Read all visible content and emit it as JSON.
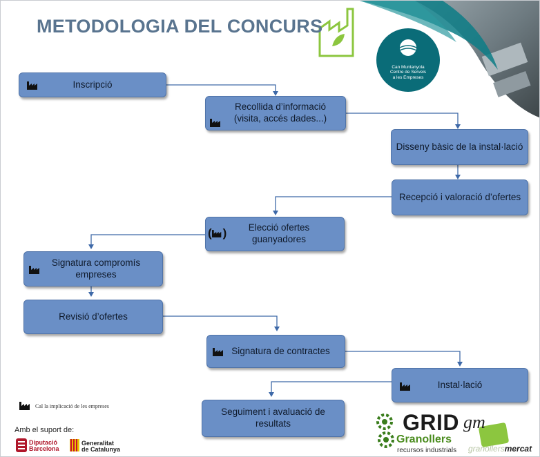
{
  "title": "METODOLOGIA DEL CONCURS",
  "colors": {
    "title": "#59748f",
    "box_fill": "#6a8fc6",
    "box_border": "#4f73a8",
    "arrow": "#3e69a8",
    "brand_teal": "#0c7d86",
    "brand_green": "#8cc63f"
  },
  "steps": [
    {
      "label": "Inscripció",
      "factory_icon": true
    },
    {
      "label": "Recollida d’informació\n(visita, accés dades...)",
      "factory_icon": true
    },
    {
      "label": "Disseny bàsic de la instal·lació",
      "factory_icon": false
    },
    {
      "label": "Recepció i valoració d’ofertes",
      "factory_icon": false
    },
    {
      "label": "Elecció ofertes\nguanyadores",
      "factory_icon": true,
      "icon_in_parentheses": true
    },
    {
      "label": "Signatura compromís\nempreses",
      "factory_icon": true
    },
    {
      "label": "Revisió d’ofertes",
      "factory_icon": false
    },
    {
      "label": "Signatura  de contractes",
      "factory_icon": true
    },
    {
      "label": "Instal·lació",
      "factory_icon": true
    },
    {
      "label": "Seguiment i avaluació de resultats",
      "factory_icon": false
    }
  ],
  "legend": {
    "text": "Cal la implicació de les empreses",
    "icon": "factory-icon"
  },
  "support": {
    "label": "Amb el suport de:"
  },
  "logos": {
    "diputacio": "Diputació\nBarcelona",
    "generalitat": "Generalitat\nde Catalunya",
    "grid_main": "GRID",
    "grid_sub": "Granollers",
    "grid_tagline": "recursos industrials",
    "gm": "gm",
    "gm_sub_light": "granollers",
    "gm_sub_dark": "mercat",
    "can_muntanyola": "Can Muntanyola\nCentre de Serveis\na les Empreses"
  }
}
